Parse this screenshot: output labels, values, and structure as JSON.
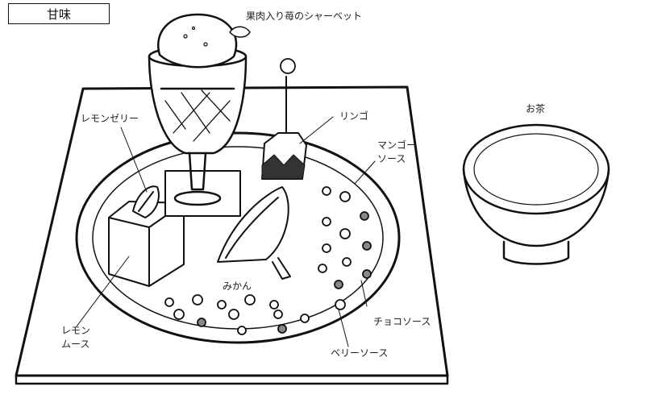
{
  "title": "甘味",
  "labels": {
    "sherbet": "果肉入り苺のシャーベット",
    "lemon_jelly": "レモンゼリー",
    "apple": "リンゴ",
    "mango_sauce_line1": "マンゴー",
    "mango_sauce_line2": "ソース",
    "tea": "お茶",
    "mikan": "みかん",
    "lemon_mousse_line1": "レモン",
    "lemon_mousse_line2": "ムース",
    "choco_sauce": "チョコソース",
    "berry_sauce": "ベリーソース"
  },
  "colors": {
    "ink": "#111111",
    "paper": "#ffffff",
    "shade": "#888888"
  }
}
